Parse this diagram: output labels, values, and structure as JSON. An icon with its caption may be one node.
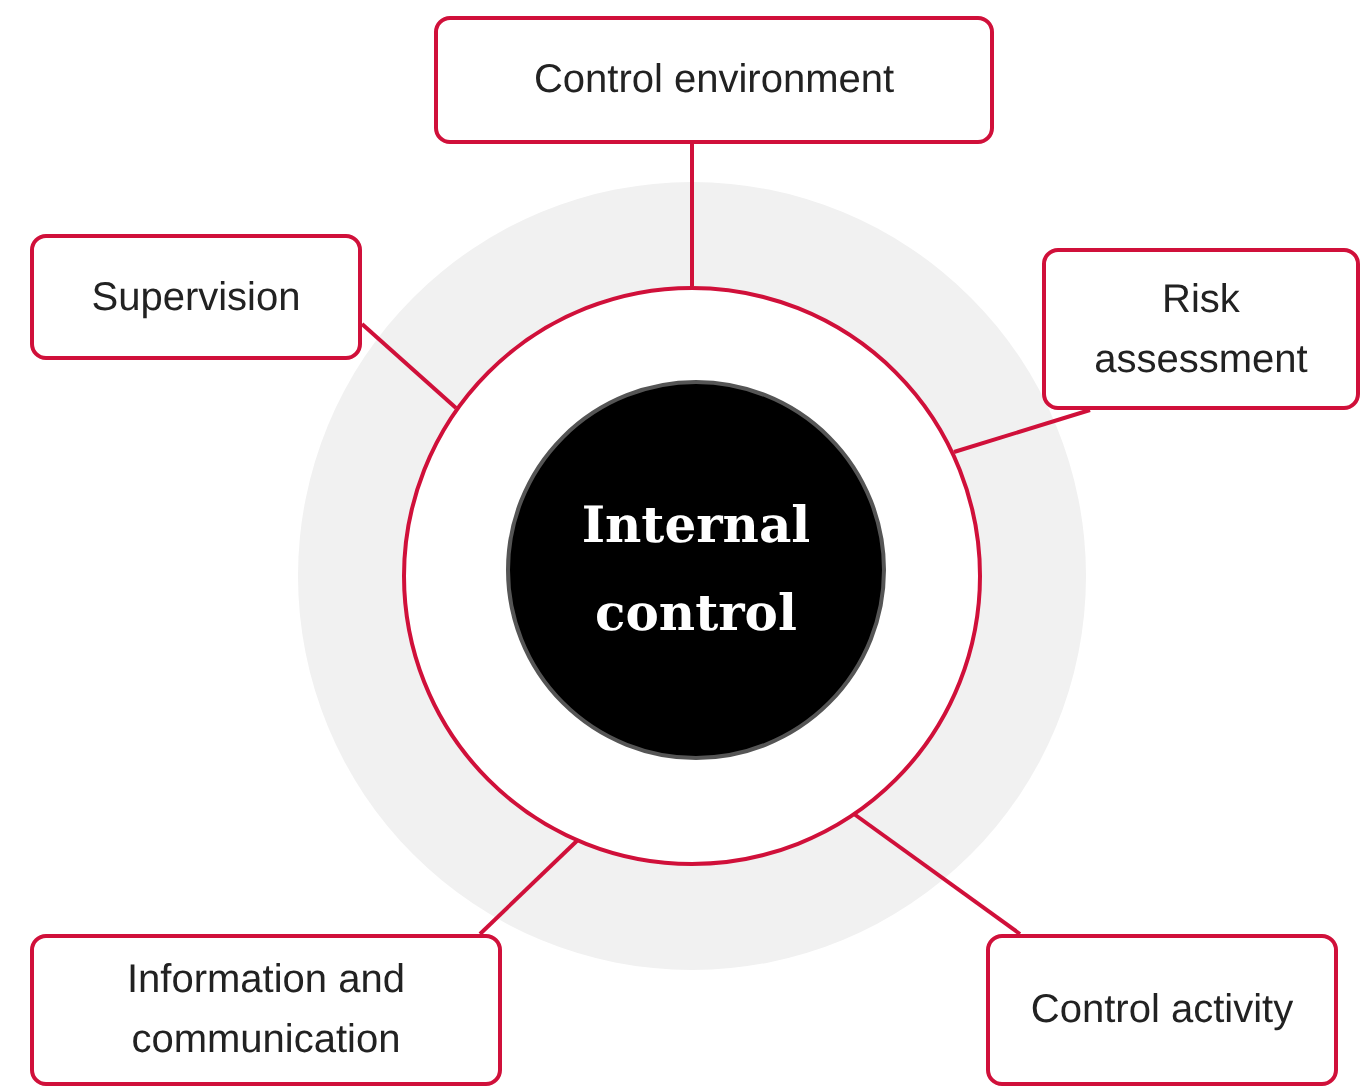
{
  "diagram": {
    "nodes": [
      {
        "text": [
          "Control environment"
        ]
      },
      {
        "text": [
          "Supervision"
        ]
      },
      {
        "text": [
          "Risk assessment"
        ]
      },
      {
        "text": [],
        "shape": "circle"
      },
      {
        "text": [
          "Internal control"
        ],
        "in": 3
      },
      {
        "text": [
          "Information and communication"
        ]
      },
      {
        "text": [
          "Control activity"
        ]
      }
    ],
    "edges": [
      {
        "from": 0,
        "to": 3,
        "arrow": "none"
      },
      {
        "from": 1,
        "to": 3,
        "arrow": "none"
      },
      {
        "from": 2,
        "to": 3,
        "arrow": "none"
      },
      {
        "from": 5,
        "to": 3,
        "arrow": "none"
      },
      {
        "from": 6,
        "to": 3,
        "arrow": "none"
      }
    ]
  }
}
